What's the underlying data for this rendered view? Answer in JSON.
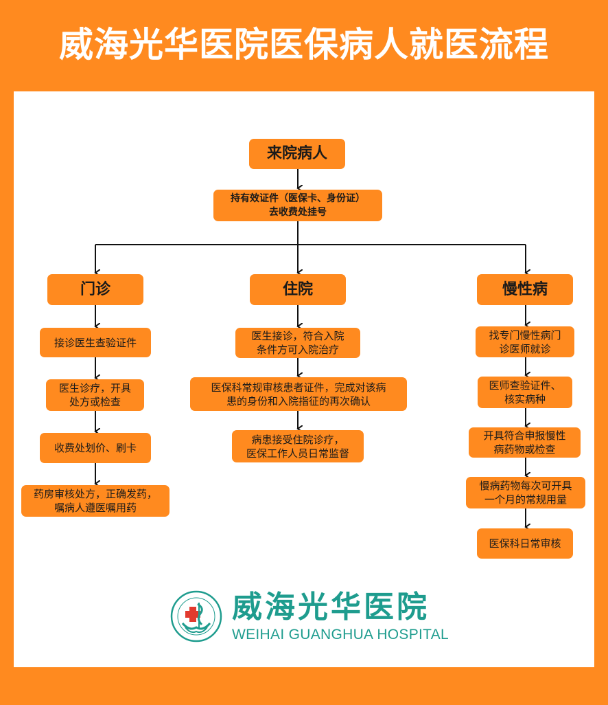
{
  "title": "威海光华医院医保病人就医流程",
  "colors": {
    "frame": "#FF8A1F",
    "box": "#FF8A1F",
    "accent": "#1E9C8E",
    "line": "#111111"
  },
  "nodes": {
    "start": "来院病人",
    "register": "持有效证件（医保卡、身份证）\n去收费处挂号",
    "outpatient": {
      "label": "门诊",
      "steps": [
        "接诊医生查验证件",
        "医生诊疗，开具\n处方或检查",
        "收费处划价、刷卡",
        "药房审核处方，正确发药，\n嘱病人遵医嘱用药"
      ]
    },
    "inpatient": {
      "label": "住院",
      "steps": [
        "医生接诊，符合入院\n条件方可入院治疗",
        "医保科常规审核患者证件，完成对该病\n患的身份和入院指征的再次确认",
        "病患接受住院诊疗，\n医保工作人员日常监督"
      ]
    },
    "chronic": {
      "label": "慢性病",
      "steps": [
        "找专门慢性病门\n诊医师就诊",
        "医师查验证件、\n核实病种",
        "开具符合申报慢性\n病药物或检查",
        "慢病药物每次可开具\n一个月的常规用量",
        "医保科日常审核"
      ]
    }
  },
  "logo": {
    "name_cn": "威海光华医院",
    "name_en": "WEIHAI GUANGHUA HOSPITAL",
    "emblem_icon": "hospital-emblem-icon"
  }
}
